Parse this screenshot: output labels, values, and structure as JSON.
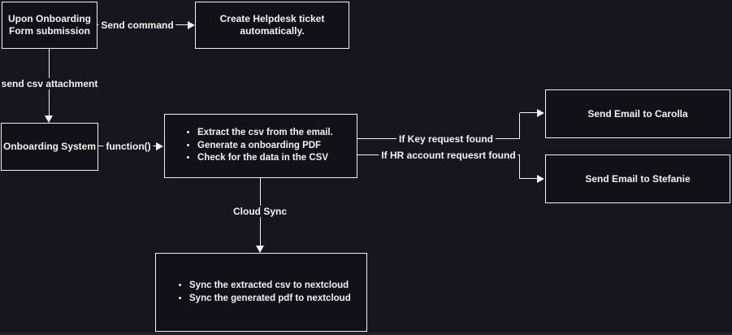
{
  "colors": {
    "background": "#17161f",
    "box_fill": "#121118",
    "stroke": "#f2f2f2",
    "text": "#f2f2f2",
    "bottom_strip": "#222230"
  },
  "nodes": {
    "form_trigger": {
      "lines": [
        "Upon Onboarding",
        "Form submission"
      ]
    },
    "helpdesk": {
      "lines": [
        "Create Helpdesk ticket",
        "automatically."
      ]
    },
    "onboarding_system": {
      "label": "Onboarding System"
    },
    "process": {
      "bullets": [
        "Extract the csv from the email.",
        "Generate a onboarding PDF",
        "Check for the data in the CSV"
      ]
    },
    "email_carolla": {
      "label": "Send Email to Carolla"
    },
    "email_stefanie": {
      "label": "Send Email to Stefanie"
    },
    "cloud_tasks": {
      "bullets": [
        "Sync the extracted csv to nextcloud",
        "Sync the generated pdf to nextcloud"
      ]
    }
  },
  "edges": {
    "send_command": "Send command",
    "send_csv_attachment": "send csv attachment",
    "function_call": "function()",
    "if_key_request": "If Key request found",
    "if_hr_account_request": "If HR account requesrt found",
    "cloud_sync": "Cloud Sync"
  }
}
